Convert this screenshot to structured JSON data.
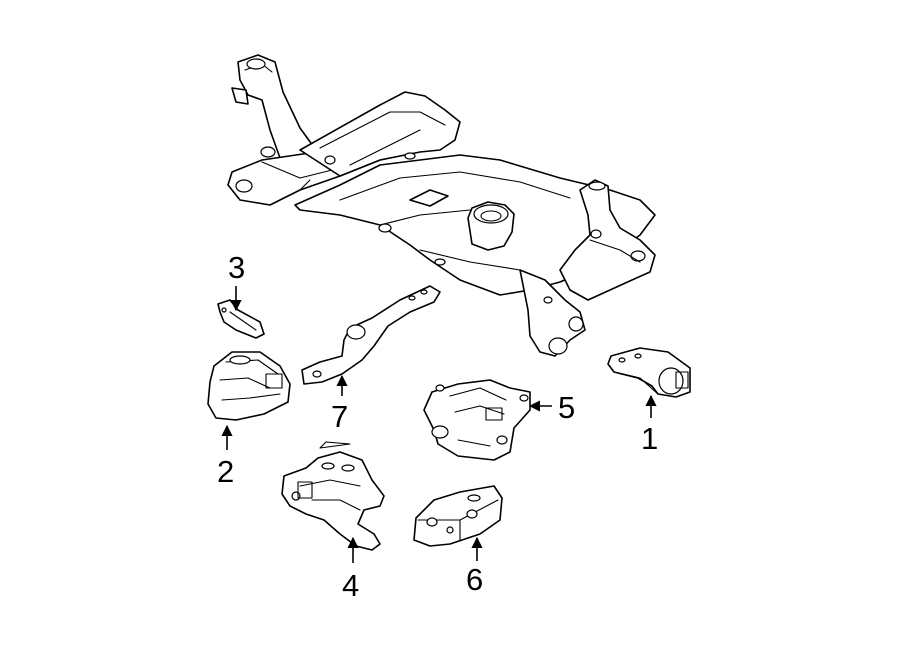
{
  "callouts": {
    "part1": "1",
    "part2": "2",
    "part3": "3",
    "part4": "4",
    "part5": "5",
    "part6": "6",
    "part7": "7"
  },
  "colors": {
    "line": "#000000",
    "background": "#ffffff"
  }
}
